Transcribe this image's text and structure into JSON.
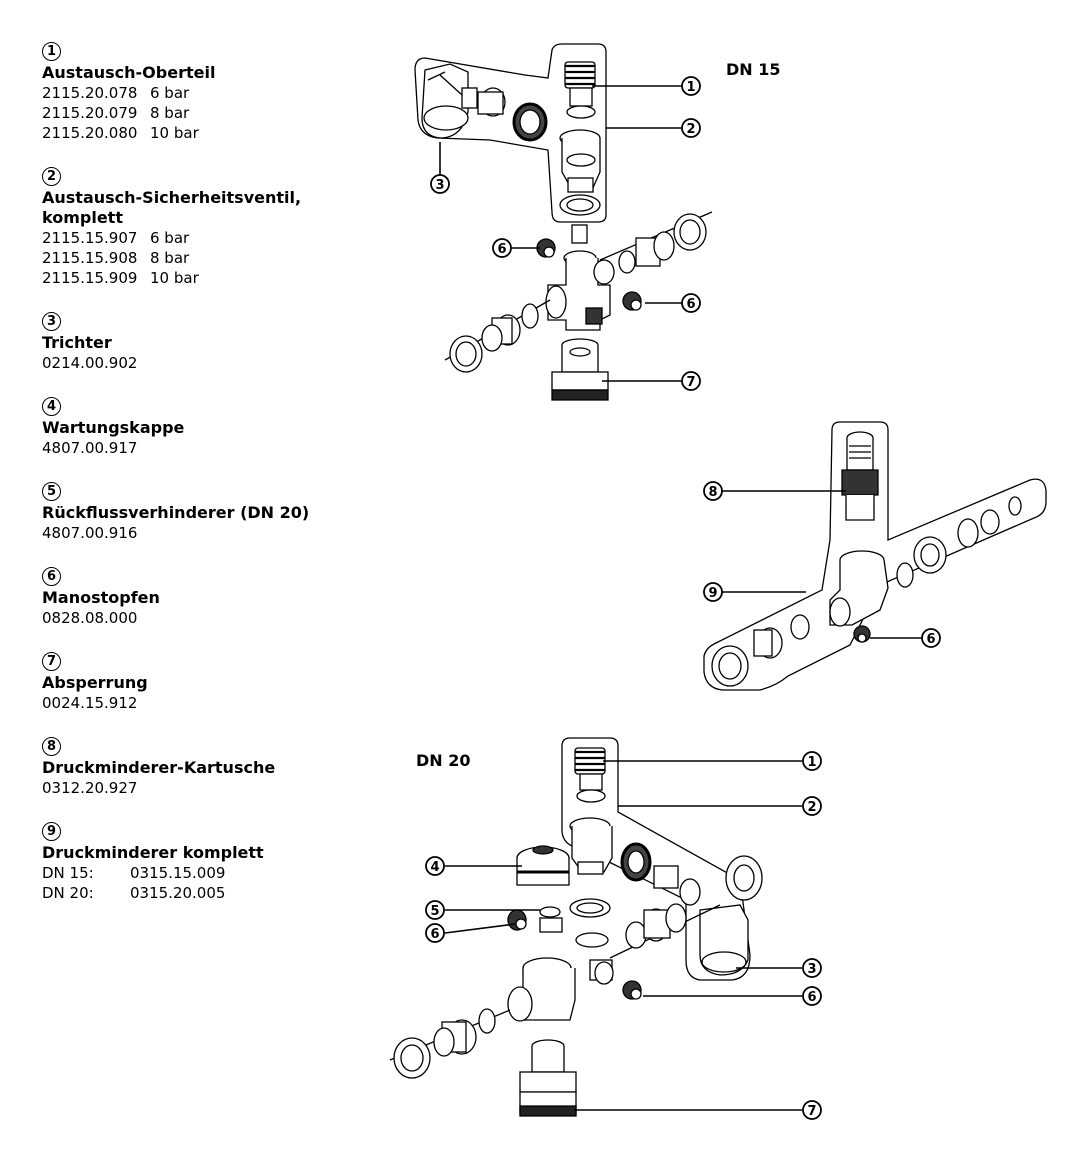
{
  "parts": [
    {
      "num": "1",
      "title": "Austausch-Oberteil",
      "rows": [
        [
          "2115.20.078",
          "6 bar"
        ],
        [
          "2115.20.079",
          "8 bar"
        ],
        [
          "2115.20.080",
          "10 bar"
        ]
      ]
    },
    {
      "num": "2",
      "title": "Austausch-Sicherheitsventil, komplett",
      "rows": [
        [
          "2115.15.907",
          "6 bar"
        ],
        [
          "2115.15.908",
          "8 bar"
        ],
        [
          "2115.15.909",
          "10 bar"
        ]
      ]
    },
    {
      "num": "3",
      "title": "Trichter",
      "rows": [
        [
          "0214.00.902",
          ""
        ]
      ]
    },
    {
      "num": "4",
      "title": "Wartungskappe",
      "rows": [
        [
          "4807.00.917",
          ""
        ]
      ]
    },
    {
      "num": "5",
      "title": "Rückflussverhinderer (DN 20)",
      "rows": [
        [
          "4807.00.916",
          ""
        ]
      ]
    },
    {
      "num": "6",
      "title": "Manostopfen",
      "rows": [
        [
          "0828.08.000",
          ""
        ]
      ]
    },
    {
      "num": "7",
      "title": "Absperrung",
      "rows": [
        [
          "0024.15.912",
          ""
        ]
      ]
    },
    {
      "num": "8",
      "title": "Druckminderer-Kartusche",
      "rows": [
        [
          "0312.20.927",
          ""
        ]
      ]
    },
    {
      "num": "9",
      "title": "Druckminderer komplett",
      "rows": [
        [
          "DN 15:",
          "0315.15.009"
        ],
        [
          "DN 20:",
          "0315.20.005"
        ]
      ]
    }
  ],
  "diagram": {
    "dn15_label": "DN 15",
    "dn20_label": "DN 20",
    "callouts_top": [
      "1",
      "2",
      "3",
      "6",
      "6",
      "7"
    ],
    "callouts_mid": [
      "8",
      "9",
      "6"
    ],
    "callouts_bottom": [
      "1",
      "2",
      "4",
      "5",
      "6",
      "3",
      "6",
      "7"
    ]
  }
}
